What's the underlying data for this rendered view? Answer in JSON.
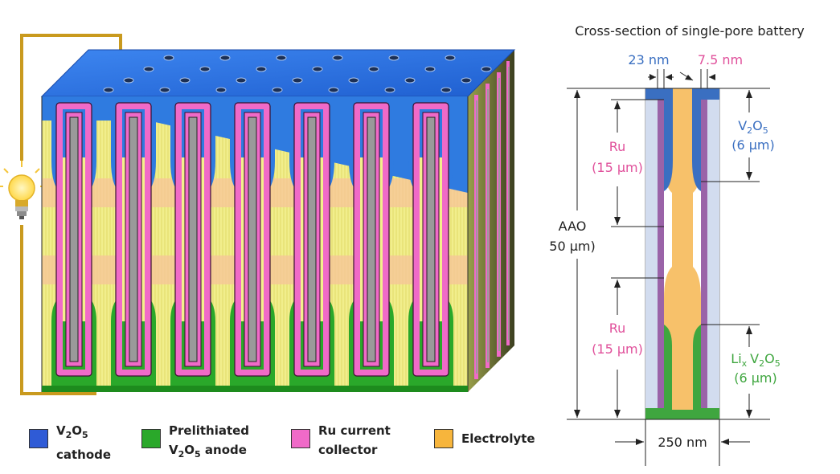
{
  "colors": {
    "cathode": "#2f7be0",
    "anode": "#2aa82a",
    "ru": "#f06ac8",
    "electrolyte": "#f7c16a",
    "aao": "#d2dcef",
    "purple": "#9a63a8",
    "ru_text": "#e0509b",
    "v2o5_text": "#3a6fc1",
    "lix_text": "#3fa63f",
    "wire": "#c99a1e"
  },
  "icons": {
    "bulb": "light-bulb-icon"
  },
  "cross_section": {
    "title": "Cross-section of single-pore battery",
    "dim_23": "23 nm",
    "dim_75": "7.5 nm",
    "ru_label": "Ru",
    "ru_len": "(15 μm)",
    "aao_label": "AAO",
    "aao_len": "50 μm)",
    "v2o5_v": "V",
    "v2o5_sub2": "2",
    "v2o5_o": "O",
    "v2o5_sub5": "5",
    "v2o5_len": "(6 μm)",
    "lix_li": "Li",
    "lix_x": "x",
    "lix_v": "V",
    "lix_sub2": "2",
    "lix_o": "O",
    "lix_sub5": "5",
    "lix_len": "(6 μm)",
    "dim_250": "250 nm"
  },
  "legend": [
    {
      "line1_pre": "V",
      "line1_sub1": "2",
      "line1_mid": "O",
      "line1_sub2": "5",
      "line1_post": "",
      "line2": "cathode"
    },
    {
      "line1_pre": "Prelithiated",
      "line1_sub1": "",
      "line1_mid": "",
      "line1_sub2": "",
      "line1_post": "",
      "line2_pre": "V",
      "line2_sub1": "2",
      "line2_mid": "O",
      "line2_sub2": "5",
      "line2_post": " anode"
    },
    {
      "line1_pre": "Ru current",
      "line2": "collector"
    },
    {
      "line1_pre": "Electrolyte"
    }
  ]
}
